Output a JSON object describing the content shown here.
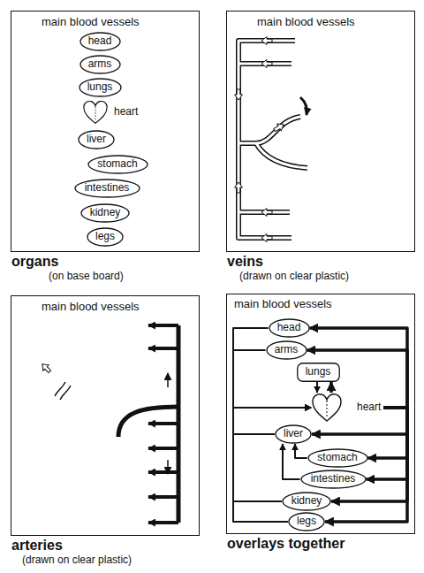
{
  "diagram": {
    "nodes": [
      {
        "text": [
          "main blood vessels",
          "organs",
          "(on base board)"
        ]
      },
      {
        "text": [
          "head"
        ],
        "in": 0
      },
      {
        "text": [
          "arms"
        ],
        "in": 0
      },
      {
        "text": [
          "lungs"
        ],
        "in": 0
      },
      {
        "text": [
          "heart"
        ],
        "in": 0
      },
      {
        "text": [
          "liver"
        ],
        "in": 0
      },
      {
        "text": [
          "stomach"
        ],
        "in": 0
      },
      {
        "text": [
          "intestines"
        ],
        "in": 0
      },
      {
        "text": [
          "kidney"
        ],
        "in": 0
      },
      {
        "text": [
          "legs"
        ],
        "in": 0
      },
      {
        "text": [
          "main blood vessels",
          "veins",
          "(drawn on clear plastic)"
        ]
      },
      {
        "text": [
          "main blood vessels",
          "arteries",
          "(drawn on clear plastic)"
        ]
      },
      {
        "text": [
          "main blood vessels",
          "overlays together"
        ]
      },
      {
        "text": [
          "head"
        ],
        "in": 12
      },
      {
        "text": [
          "arms"
        ],
        "in": 12
      },
      {
        "text": [
          "lungs"
        ],
        "in": 12
      },
      {
        "text": [
          "heart"
        ],
        "in": 12
      },
      {
        "text": [
          "liver"
        ],
        "in": 12
      },
      {
        "text": [
          "stomach"
        ],
        "in": 12
      },
      {
        "text": [
          "intestines"
        ],
        "in": 12
      },
      {
        "text": [
          "kidney"
        ],
        "in": 12
      },
      {
        "text": [
          "legs"
        ],
        "in": 12
      }
    ],
    "edges": [
      {
        "from": 13,
        "to": 16,
        "arrow": "to"
      },
      {
        "from": 14,
        "to": 16,
        "arrow": "to"
      },
      {
        "from": 15,
        "to": 16,
        "arrow": "to"
      },
      {
        "from": 17,
        "to": 16,
        "arrow": "to"
      },
      {
        "from": 20,
        "to": 16,
        "arrow": "to"
      },
      {
        "from": 21,
        "to": 16,
        "arrow": "to"
      },
      {
        "from": 18,
        "to": 17,
        "arrow": "to"
      },
      {
        "from": 19,
        "to": 17,
        "arrow": "to"
      },
      {
        "from": 16,
        "to": 13,
        "arrow": "to"
      },
      {
        "from": 16,
        "to": 14,
        "arrow": "to"
      },
      {
        "from": 16,
        "to": 15,
        "arrow": "to"
      },
      {
        "from": 16,
        "to": 17,
        "arrow": "to"
      },
      {
        "from": 16,
        "to": 18,
        "arrow": "to"
      },
      {
        "from": 16,
        "to": 19,
        "arrow": "to"
      },
      {
        "from": 16,
        "to": 20,
        "arrow": "to"
      },
      {
        "from": 16,
        "to": 21,
        "arrow": "to"
      }
    ]
  }
}
